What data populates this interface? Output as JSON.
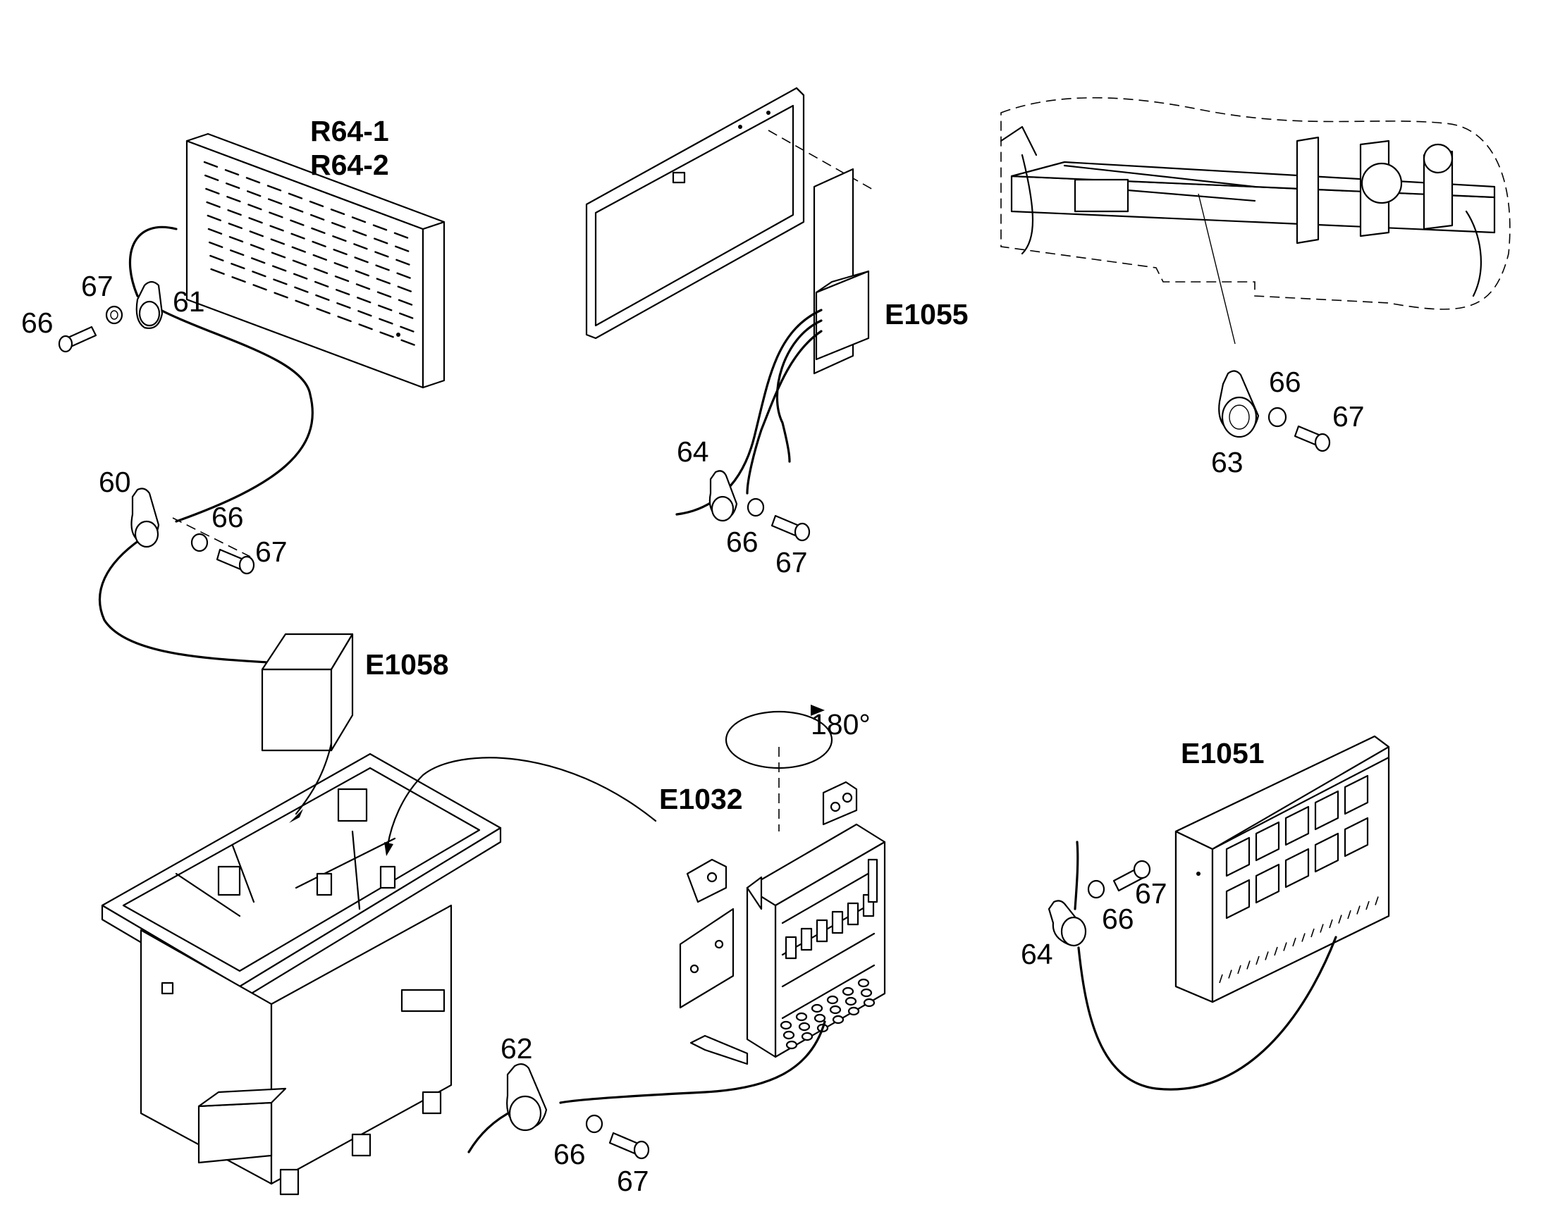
{
  "labels": {
    "r64_1": "R64-1",
    "r64_2": "R64-2",
    "e1055": "E1055",
    "e1058": "E1058",
    "e1032": "E1032",
    "e1051": "E1051",
    "rotation": "180°",
    "tl_66": "66",
    "tl_67": "67",
    "tl_61": "61",
    "ml_60": "60",
    "ml_66": "66",
    "ml_67": "67",
    "tc_64": "64",
    "tc_66": "66",
    "tc_67": "67",
    "tr_63": "63",
    "tr_66": "66",
    "tr_67": "67",
    "bc_62": "62",
    "bc_66": "66",
    "bc_67": "67",
    "br_64": "64",
    "br_66": "66",
    "br_67": "67"
  }
}
